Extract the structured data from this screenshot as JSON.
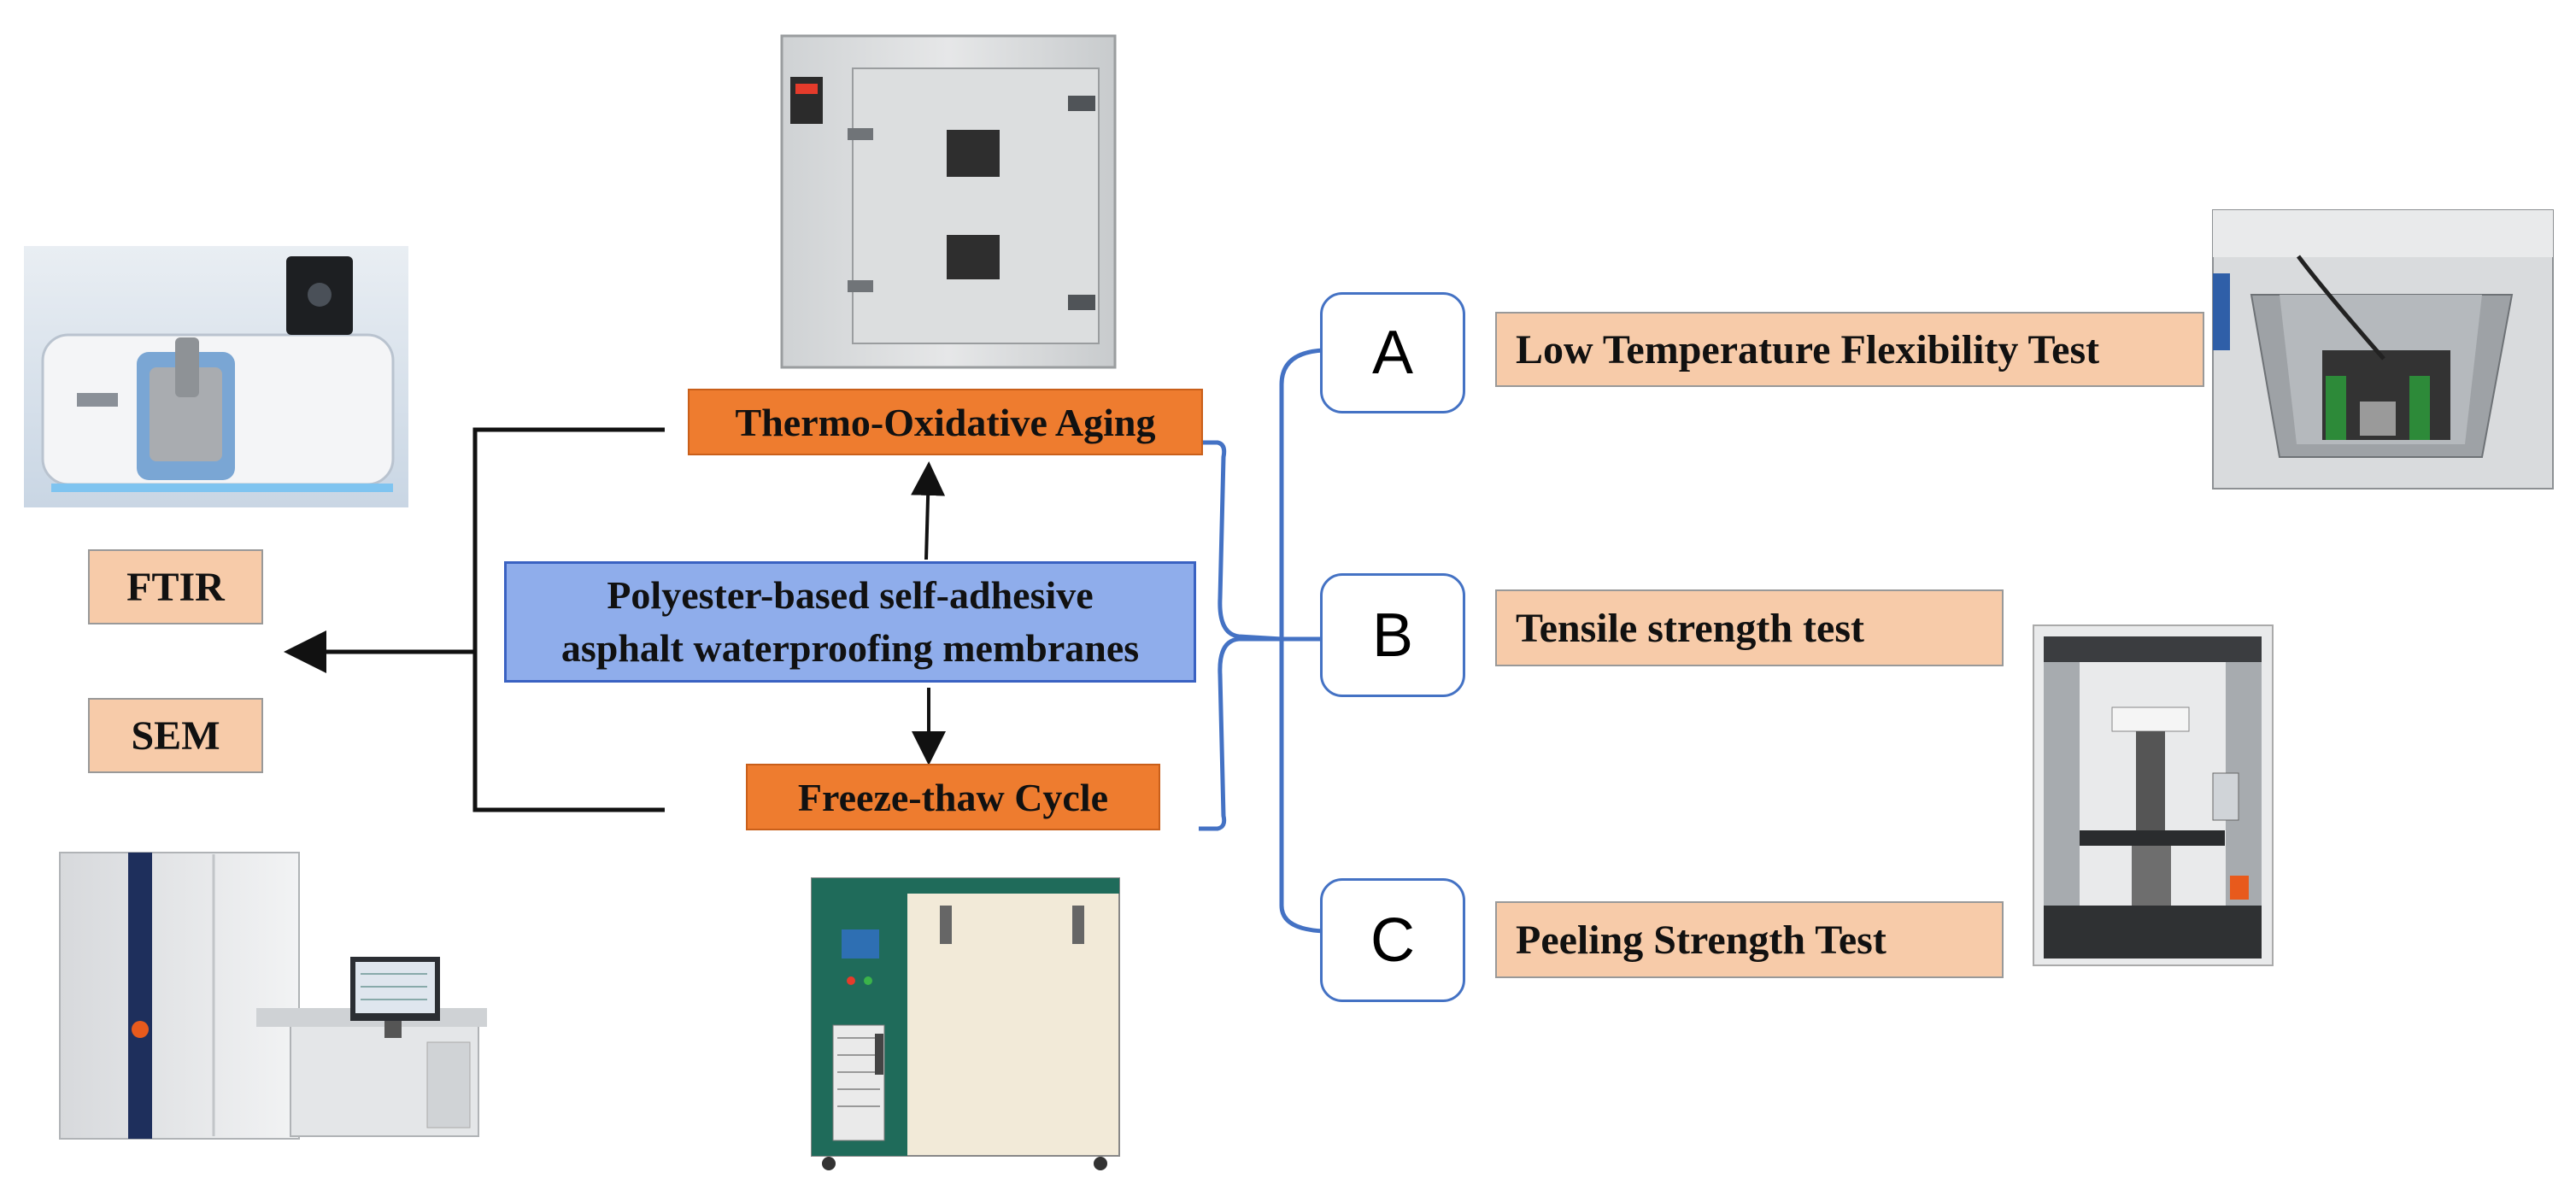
{
  "center": {
    "line1": "Polyester-based self-adhesive",
    "line2": "asphalt waterproofing membranes"
  },
  "aging": {
    "top": "Thermo-Oxidative Aging",
    "bottom": "Freeze-thaw Cycle"
  },
  "analysis": {
    "ftir": "FTIR",
    "sem": "SEM"
  },
  "tests": [
    {
      "letter": "A",
      "label": "Low Temperature Flexibility Test"
    },
    {
      "letter": "B",
      "label": "Tensile strength test"
    },
    {
      "letter": "C",
      "label": "Peeling Strength Test"
    }
  ],
  "colors": {
    "orange": "#ee7c2f",
    "blue_box": "#8fadeb",
    "peach": "#f7cba9",
    "connector_blue": "#4472c4"
  },
  "images": [
    "ftir-spectrometer-photo",
    "sem-microscope-photo",
    "aging-oven-photo",
    "freeze-thaw-chamber-photo",
    "low-temperature-bath-photo",
    "universal-testing-machine-photo"
  ]
}
